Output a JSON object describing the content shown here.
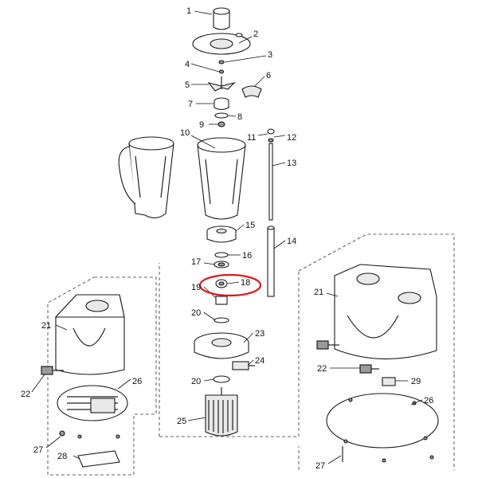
{
  "diagram": {
    "callouts": [
      "1",
      "2",
      "3",
      "4",
      "5",
      "6",
      "7",
      "8",
      "9",
      "10",
      "11",
      "12",
      "13",
      "14",
      "15",
      "16",
      "17",
      "18",
      "19",
      "20",
      "20",
      "21",
      "21",
      "22",
      "22",
      "23",
      "24",
      "25",
      "26",
      "26",
      "27",
      "27",
      "28",
      "29"
    ],
    "highlight_color": "#e0161a",
    "highlighted_callout": "18"
  }
}
